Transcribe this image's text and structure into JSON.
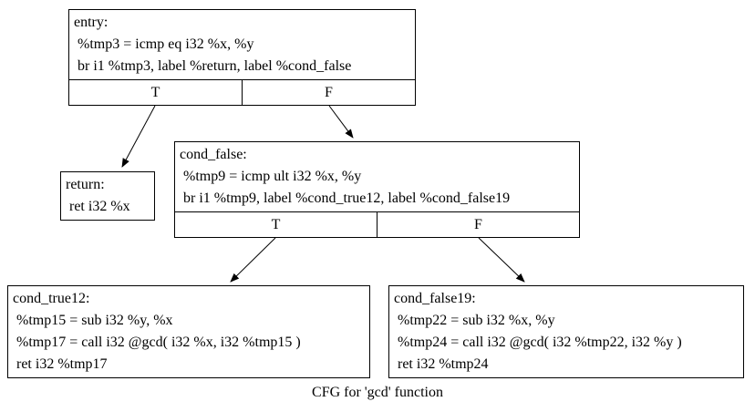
{
  "caption": "CFG for 'gcd' function",
  "nodes": {
    "entry": {
      "label": "entry:",
      "lines": [
        " %tmp3 = icmp eq i32 %x, %y",
        " br i1 %tmp3, label %return, label %cond_false"
      ],
      "true_label": "T",
      "false_label": "F"
    },
    "return": {
      "label": "return:",
      "lines": [
        " ret i32 %x"
      ]
    },
    "cond_false": {
      "label": "cond_false:",
      "lines": [
        " %tmp9 = icmp ult i32 %x, %y",
        " br i1 %tmp9, label %cond_true12, label %cond_false19"
      ],
      "true_label": "T",
      "false_label": "F"
    },
    "cond_true12": {
      "label": "cond_true12:",
      "lines": [
        " %tmp15 = sub i32 %y, %x",
        " %tmp17 = call i32 @gcd( i32 %x, i32 %tmp15 )",
        " ret i32 %tmp17"
      ]
    },
    "cond_false19": {
      "label": "cond_false19:",
      "lines": [
        " %tmp22 = sub i32 %x, %y",
        " %tmp24 = call i32 @gcd( i32 %tmp22, i32 %y )",
        " ret i32 %tmp24"
      ]
    }
  },
  "colors": {
    "node_border": "#000000",
    "node_background": "#ffffff",
    "edge": "#000000"
  }
}
